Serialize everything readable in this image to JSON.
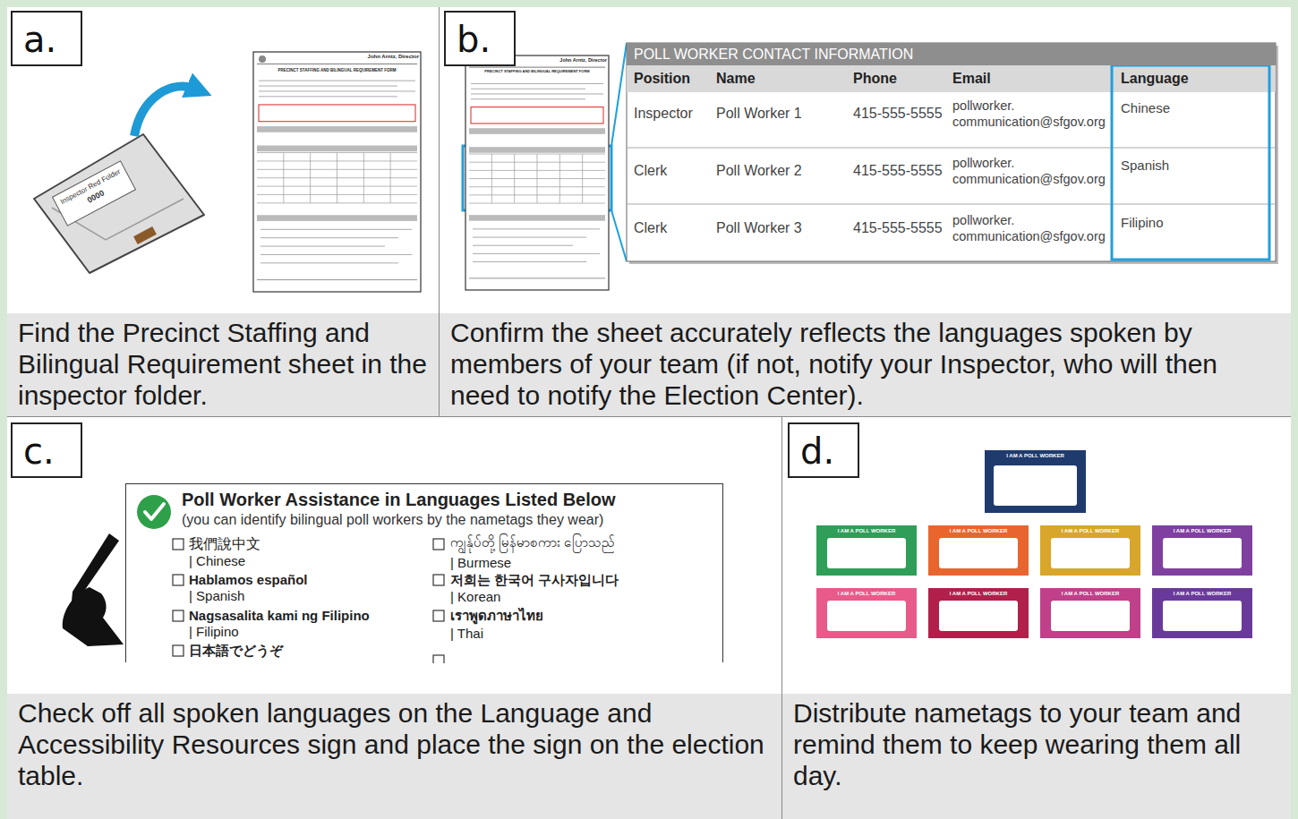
{
  "diagram": {
    "nodes": [
      {
        "text": [
          "a."
        ]
      },
      {
        "text": [
          "Find the Precinct Staffing and Bilingual Requirement sheet in the inspector folder."
        ]
      },
      {
        "text": [
          "b."
        ]
      },
      {
        "text": [
          "POLL WORKER CONTACT INFORMATION"
        ]
      },
      {
        "text": [
          "Confirm the sheet accurately reflects the languages spoken by members of your team (if not, notify your Inspector, who will then need to notify the Election Center)."
        ]
      },
      {
        "text": [
          "c."
        ]
      },
      {
        "text": [
          "Poll Worker Assistance in Languages Listed Below",
          "(you can identify bilingual poll workers by the nametags they wear)",
          "我們說中文",
          "| Chinese",
          "Hablamos español",
          "| Spanish",
          "Nagsasalita kami ng Filipino",
          "| Filipino",
          "日本語でどうぞ",
          "ကျွန်ုပ်တို့ မြန်မာစကား ပြောသည်",
          "| Burmese",
          "저희는 한국어 구사자입니다",
          "| Korean",
          "เราพูดภาษาไทย",
          "| Thai"
        ]
      },
      {
        "text": [
          "Check off all spoken languages on the Language and Accessibility Resources sign and place the sign on the election table."
        ]
      },
      {
        "text": [
          "d."
        ]
      },
      {
        "text": [
          "Distribute nametags to your team and remind them to keep wearing them all day."
        ]
      }
    ],
    "labels": [
      "John Arntz, Director",
      "PRECINCT STAFFING AND BILINGUAL REQUIREMENT FORM",
      "John Arntz, Director",
      "PRECINCT STAFFING AND BILINGUAL REQUIREMENT FORM",
      "Inspector Red Folder",
      "0000",
      "Position",
      "Name",
      "Phone",
      "Email",
      "Language",
      "Inspector",
      "Poll Worker 1",
      "415-555-5555",
      "pollworker. communication@sfgov.org",
      "Chinese",
      "Clerk",
      "Poll Worker 2",
      "415-555-5555",
      "pollworker. communication@sfgov.org",
      "Spanish",
      "Clerk",
      "Poll Worker 3",
      "415-555-5555",
      "pollworker. communication@sfgov.org",
      "Filipino",
      "I AM A POLL WORKER",
      "I AM A POLL WORKER",
      "I AM A POLL WORKER",
      "I AM A POLL WORKER",
      "I AM A POLL WORKER",
      "I AM A POLL WORKER",
      "I AM A POLL WORKER",
      "I AM A POLL WORKER",
      "I AM A POLL WORKER"
    ]
  }
}
